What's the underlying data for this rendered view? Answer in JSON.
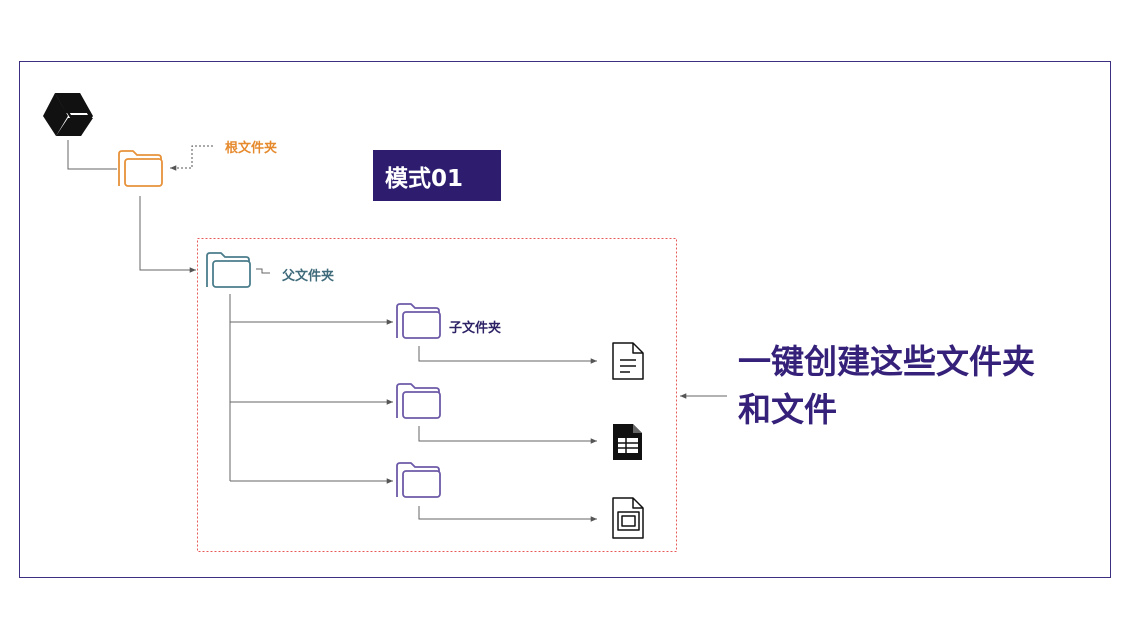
{
  "diagram": {
    "root_folder_label": "根文件夹",
    "mode_badge": "模式01",
    "parent_folder_label": "父文件夹",
    "child_folder_label": "子文件夹",
    "headline_line1": "一键创建这些文件夹",
    "headline_line2": "和文件"
  },
  "icons": {
    "drive": "google-drive-icon",
    "folder": "folder-icon",
    "doc": "document-icon",
    "sheet": "spreadsheet-icon",
    "slides": "slides-icon"
  },
  "colors": {
    "frame": "#3d2e82",
    "root_folder": "#e8923a",
    "parent_folder": "#4b7d8c",
    "child_folder": "#6d5aa8",
    "dashed_box": "#e85a5a",
    "badge_bg": "#2e1d6e",
    "headline": "#35217a"
  }
}
